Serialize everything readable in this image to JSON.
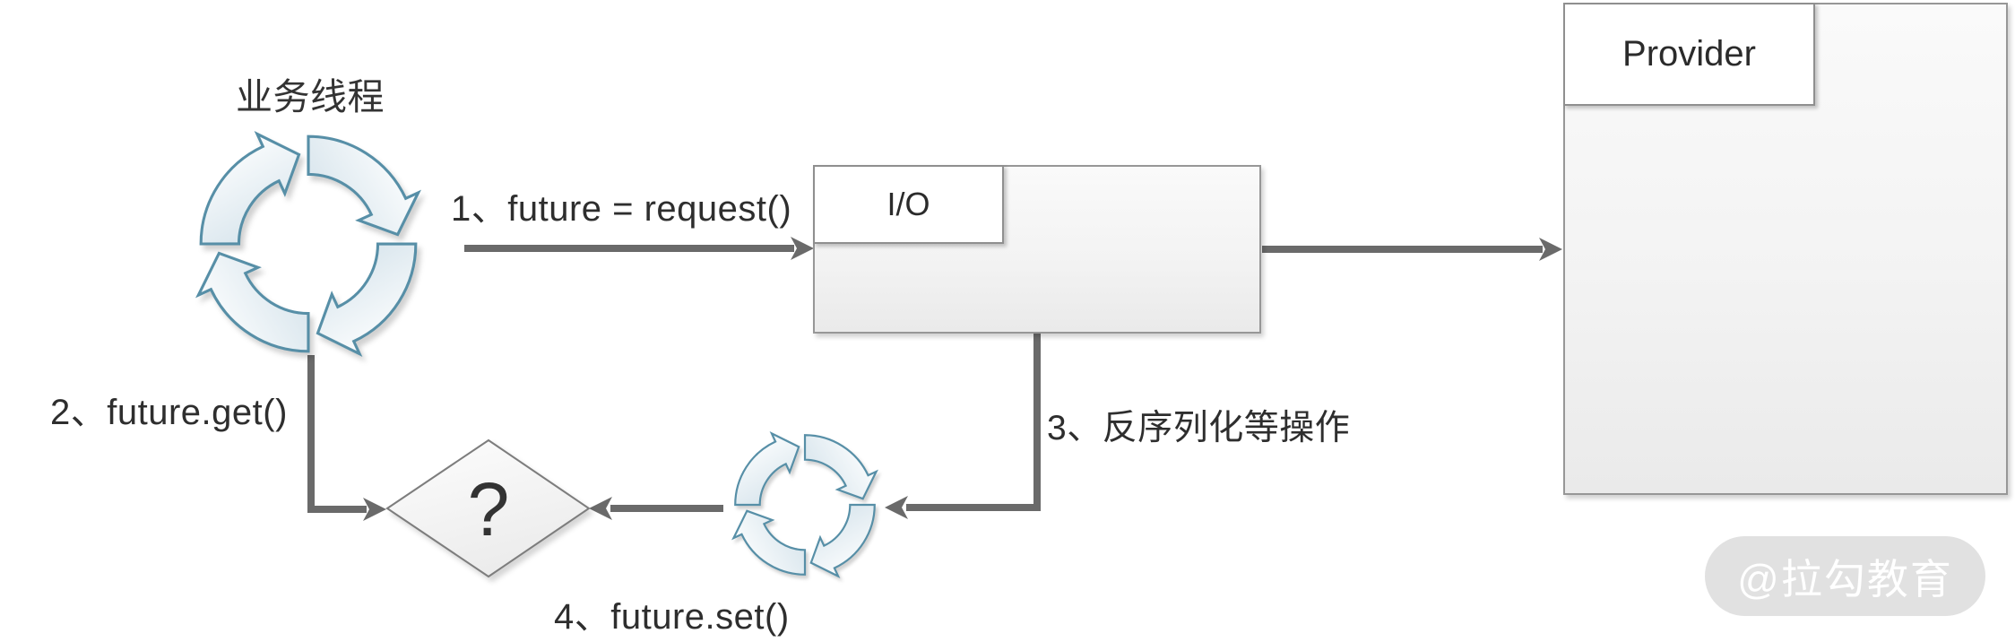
{
  "diagram": {
    "title_context": "future async request flow",
    "nodes": {
      "business_thread": {
        "label": "业务线程",
        "icon": "loop-arrows-icon"
      },
      "io_box": {
        "label": "I/O"
      },
      "provider_box": {
        "label": "Provider"
      },
      "io_thread_loop": {
        "icon": "loop-arrows-icon"
      },
      "decision": {
        "label": "?"
      }
    },
    "edges": {
      "step1": {
        "label": "1、future = request()"
      },
      "step2": {
        "label": "2、future.get()"
      },
      "step3": {
        "label": "3、反序列化等操作"
      },
      "step4": {
        "label": "4、future.set()"
      }
    },
    "watermark": {
      "text": "@拉勾教育"
    },
    "colors": {
      "background": "#ffffff",
      "connector": "#6a6a6a",
      "box_border": "#979797",
      "box_fill": "#f3f3f3",
      "label_box_fill": "#ffffff",
      "spinner_stroke": "#578fa7",
      "spinner_fill": "#e7eff5",
      "text": "#2e2e2e",
      "watermark_bg": "#e1e1e1",
      "watermark_text": "#ffffff"
    }
  }
}
